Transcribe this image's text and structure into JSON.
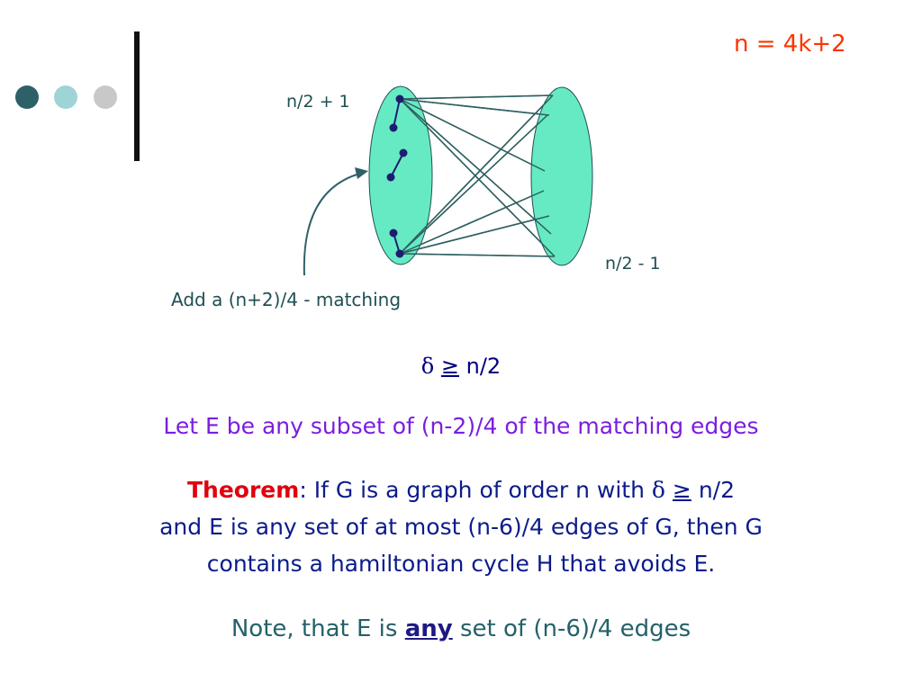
{
  "colors": {
    "title": "#ff3300",
    "label": "#1f4f53",
    "teal": "#2e6067",
    "dot_mid": "#9fd4d7",
    "dot_light": "#c8c8c8",
    "set_fill": "#66eac3",
    "vertex": "#1c1d6e",
    "delta": "#000080",
    "purple": "#7a1ee0",
    "theorem_word": "#e0000f",
    "theorem_text": "#0b1b8a",
    "note": "#24616a",
    "any": "#1e1a84"
  },
  "header": {
    "title": "n = 4k+2"
  },
  "diagram": {
    "left_label": "n/2 + 1",
    "right_label": "n/2 - 1",
    "arrow_label": "Add a (n+2)/4 - matching"
  },
  "body": {
    "delta_line": {
      "symbol": "δ",
      "relation": "≥",
      "rest": " n/2"
    },
    "subset_line": "Let E be any subset of (n-2)/4 of the matching edges",
    "theorem": {
      "word": "Theorem",
      "colon": ":",
      "line1_text": " If G is a graph of order n with ",
      "line1_symbol": "δ",
      "line1_rel": "≥",
      "line1_end": " n/2",
      "line2": "and E is any set of at most (n-6)/4 edges of G, then G",
      "line3": "contains a hamiltonian cycle H that avoids E."
    },
    "note": {
      "prefix": "Note, that E is ",
      "emphasis": "any",
      "suffix": " set of (n-6)/4 edges"
    }
  }
}
